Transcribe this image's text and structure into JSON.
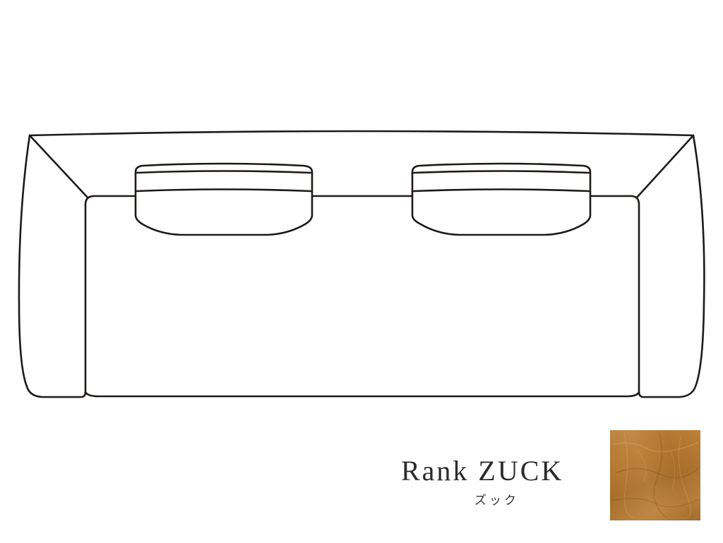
{
  "product": {
    "drawing_label": "sofa-top-view",
    "cushion_count": 2
  },
  "rank": {
    "title": "Rank ZUCK",
    "subtitle": "ズック"
  },
  "swatch": {
    "material": "canvas",
    "color": "#b97a2f"
  }
}
